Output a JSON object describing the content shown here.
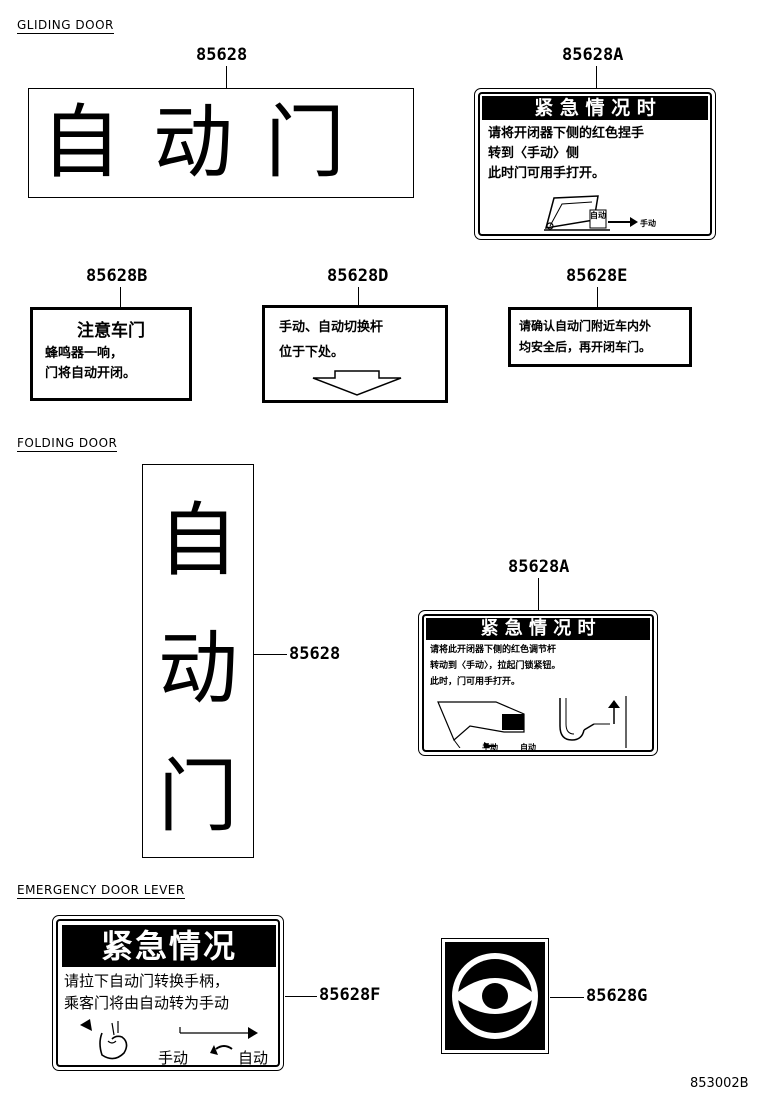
{
  "sections": {
    "gliding": "GLIDING DOOR",
    "folding": "FOLDING DOOR",
    "emergency": "EMERGENCY DOOR LEVER"
  },
  "parts": {
    "p85628": "85628",
    "p85628A": "85628A",
    "p85628B": "85628B",
    "p85628D": "85628D",
    "p85628E": "85628E",
    "p85628_fold": "85628",
    "p85628A_fold": "85628A",
    "p85628F": "85628F",
    "p85628G": "85628G"
  },
  "labels": {
    "auto_door": [
      "自",
      "动",
      "门"
    ],
    "a_gliding": {
      "banner": "紧 急 情 况 时",
      "lines": [
        "请将开闭器下侧的红色捏手",
        "转到〈手动〉侧",
        "此时门可用手打开。"
      ],
      "auto": "自动",
      "manual": "手动"
    },
    "b": {
      "title": "注意车门",
      "lines": [
        "蜂鸣器一响，",
        "门将自动开闭。"
      ]
    },
    "d": {
      "lines": [
        "手动、自动切换杆",
        "位于下处。"
      ]
    },
    "e": {
      "lines": [
        "请确认自动门附近车内外",
        "均安全后，再开闭车门。"
      ]
    },
    "a_folding": {
      "banner": "紧 急 情 况 时",
      "lines": [
        "请将此开闭器下侧的红色调节杆",
        "转动到〈手动〉，拉起门锁紧钮。",
        "此时，门可用手打开。"
      ],
      "manual": "手动",
      "auto": "自动"
    },
    "f": {
      "banner": "紧急情况",
      "lines": [
        "请拉下自动门转换手柄，",
        "乘客门将由自动转为手动"
      ],
      "manual": "手动",
      "auto": "自动"
    }
  },
  "figure_id": "853002B"
}
